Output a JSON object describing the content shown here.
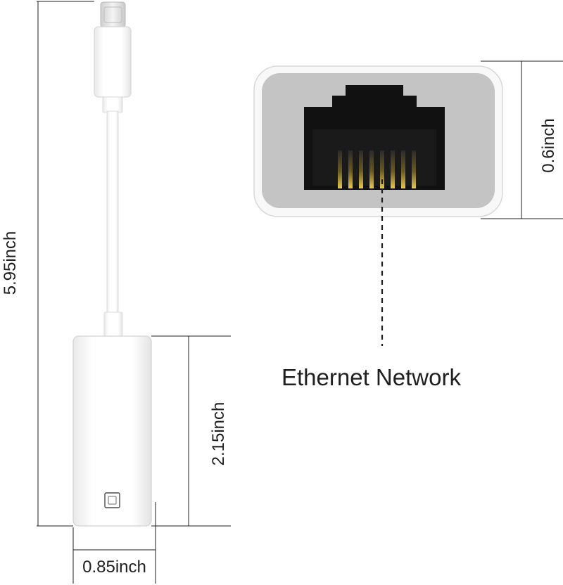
{
  "dimensions": {
    "total_length": "5.95inch",
    "body_length": "2.15inch",
    "body_width": "0.85inch",
    "port_height": "0.6inch"
  },
  "port_label": "Ethernet Network",
  "colors": {
    "line": "#1f1f1f",
    "product_white": "#ffffff",
    "product_edge": "#d8d8d8",
    "port_face": "#c4c4c4",
    "jack": "#111111",
    "contacts": "#d8b84a"
  }
}
